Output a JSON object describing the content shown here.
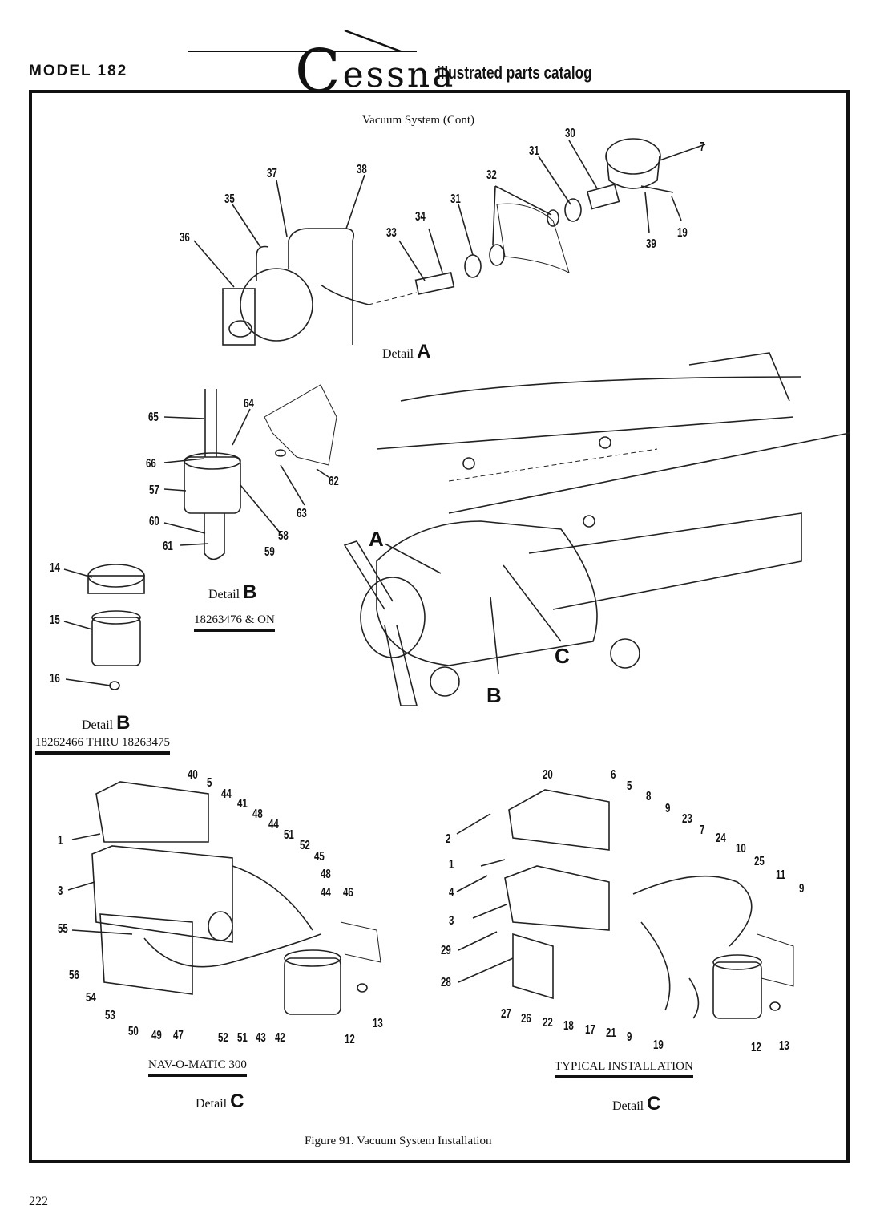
{
  "header": {
    "model": "MODEL 182",
    "brand_initial": "C",
    "brand_rest": "essna",
    "catalog_title": "illustrated parts catalog"
  },
  "top_caption": "Vacuum System (Cont)",
  "detail_a": {
    "label": "Detail",
    "letter": "A"
  },
  "detail_b_new": {
    "label": "Detail",
    "letter": "B",
    "serial": "18263476 & ON"
  },
  "detail_b_old": {
    "label": "Detail",
    "letter": "B",
    "serial": "18262466 THRU 18263475"
  },
  "detail_c_nav": {
    "title": "NAV-O-MATIC 300",
    "label": "Detail",
    "letter": "C"
  },
  "detail_c_typ": {
    "title": "TYPICAL INSTALLATION",
    "label": "Detail",
    "letter": "C"
  },
  "aircraft_callouts": [
    "A",
    "B",
    "C"
  ],
  "figure_caption": "Figure 91.  Vacuum System Installation",
  "page_number": "222",
  "part_numbers": [
    {
      "t": "30"
    },
    {
      "t": "7"
    },
    {
      "t": "31"
    },
    {
      "t": "37"
    },
    {
      "t": "38"
    },
    {
      "t": "32"
    },
    {
      "t": "35"
    },
    {
      "t": "31"
    },
    {
      "t": "34"
    },
    {
      "t": "33"
    },
    {
      "t": "36"
    },
    {
      "t": "19"
    },
    {
      "t": "39"
    },
    {
      "t": "65"
    },
    {
      "t": "64"
    },
    {
      "t": "66"
    },
    {
      "t": "57"
    },
    {
      "t": "62"
    },
    {
      "t": "63"
    },
    {
      "t": "58"
    },
    {
      "t": "60"
    },
    {
      "t": "61"
    },
    {
      "t": "59"
    },
    {
      "t": "14"
    },
    {
      "t": "15"
    },
    {
      "t": "16"
    },
    {
      "t": "40"
    },
    {
      "t": "5"
    },
    {
      "t": "44"
    },
    {
      "t": "41"
    },
    {
      "t": "48"
    },
    {
      "t": "44"
    },
    {
      "t": "51"
    },
    {
      "t": "52"
    },
    {
      "t": "1"
    },
    {
      "t": "45"
    },
    {
      "t": "48"
    },
    {
      "t": "3"
    },
    {
      "t": "44"
    },
    {
      "t": "46"
    },
    {
      "t": "55"
    },
    {
      "t": "56"
    },
    {
      "t": "54"
    },
    {
      "t": "53"
    },
    {
      "t": "50"
    },
    {
      "t": "49"
    },
    {
      "t": "47"
    },
    {
      "t": "52"
    },
    {
      "t": "51"
    },
    {
      "t": "43"
    },
    {
      "t": "42"
    },
    {
      "t": "12"
    },
    {
      "t": "13"
    },
    {
      "t": "20"
    },
    {
      "t": "6"
    },
    {
      "t": "5"
    },
    {
      "t": "8"
    },
    {
      "t": "9"
    },
    {
      "t": "23"
    },
    {
      "t": "7"
    },
    {
      "t": "24"
    },
    {
      "t": "2"
    },
    {
      "t": "10"
    },
    {
      "t": "25"
    },
    {
      "t": "1"
    },
    {
      "t": "11"
    },
    {
      "t": "4"
    },
    {
      "t": "9"
    },
    {
      "t": "3"
    },
    {
      "t": "29"
    },
    {
      "t": "28"
    },
    {
      "t": "27"
    },
    {
      "t": "26"
    },
    {
      "t": "22"
    },
    {
      "t": "18"
    },
    {
      "t": "17"
    },
    {
      "t": "21"
    },
    {
      "t": "9"
    },
    {
      "t": "19"
    },
    {
      "t": "12"
    },
    {
      "t": "13"
    }
  ]
}
